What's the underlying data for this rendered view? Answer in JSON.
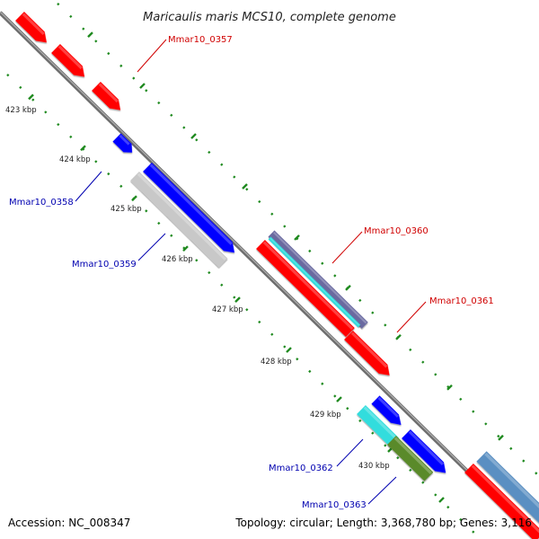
{
  "title": "Maricaulis maris MCS10, complete genome",
  "footer": {
    "accession": "Accession: NC_008347",
    "topology": "Topology: circular; Length: 3,368,780 bp; Genes: 3,116"
  },
  "colors": {
    "backbone": "#808080",
    "tick": "#1f8a1f",
    "label_forward": "#d00000",
    "label_reverse": "#0000b0",
    "gene_red": "#ff0000",
    "gene_blue": "#0000ff",
    "gene_gray": "#c8c8c8",
    "gene_cyan": "#33dddd",
    "gene_olive": "#5a8a2a",
    "gene_purple": "#6a6aa0",
    "gene_steel": "#5a8fc2"
  },
  "kbp_labels": [
    "423 kbp",
    "424 kbp",
    "425 kbp",
    "426 kbp",
    "427 kbp",
    "428 kbp",
    "429 kbp",
    "430 kbp"
  ],
  "gene_labels": [
    {
      "text": "Mmar10_0357",
      "strand": "forward"
    },
    {
      "text": "Mmar10_0358",
      "strand": "reverse"
    },
    {
      "text": "Mmar10_0359",
      "strand": "reverse"
    },
    {
      "text": "Mmar10_0360",
      "strand": "forward"
    },
    {
      "text": "Mmar10_0361",
      "strand": "forward"
    },
    {
      "text": "Mmar10_0362",
      "strand": "reverse"
    },
    {
      "text": "Mmar10_0363",
      "strand": "reverse"
    }
  ]
}
